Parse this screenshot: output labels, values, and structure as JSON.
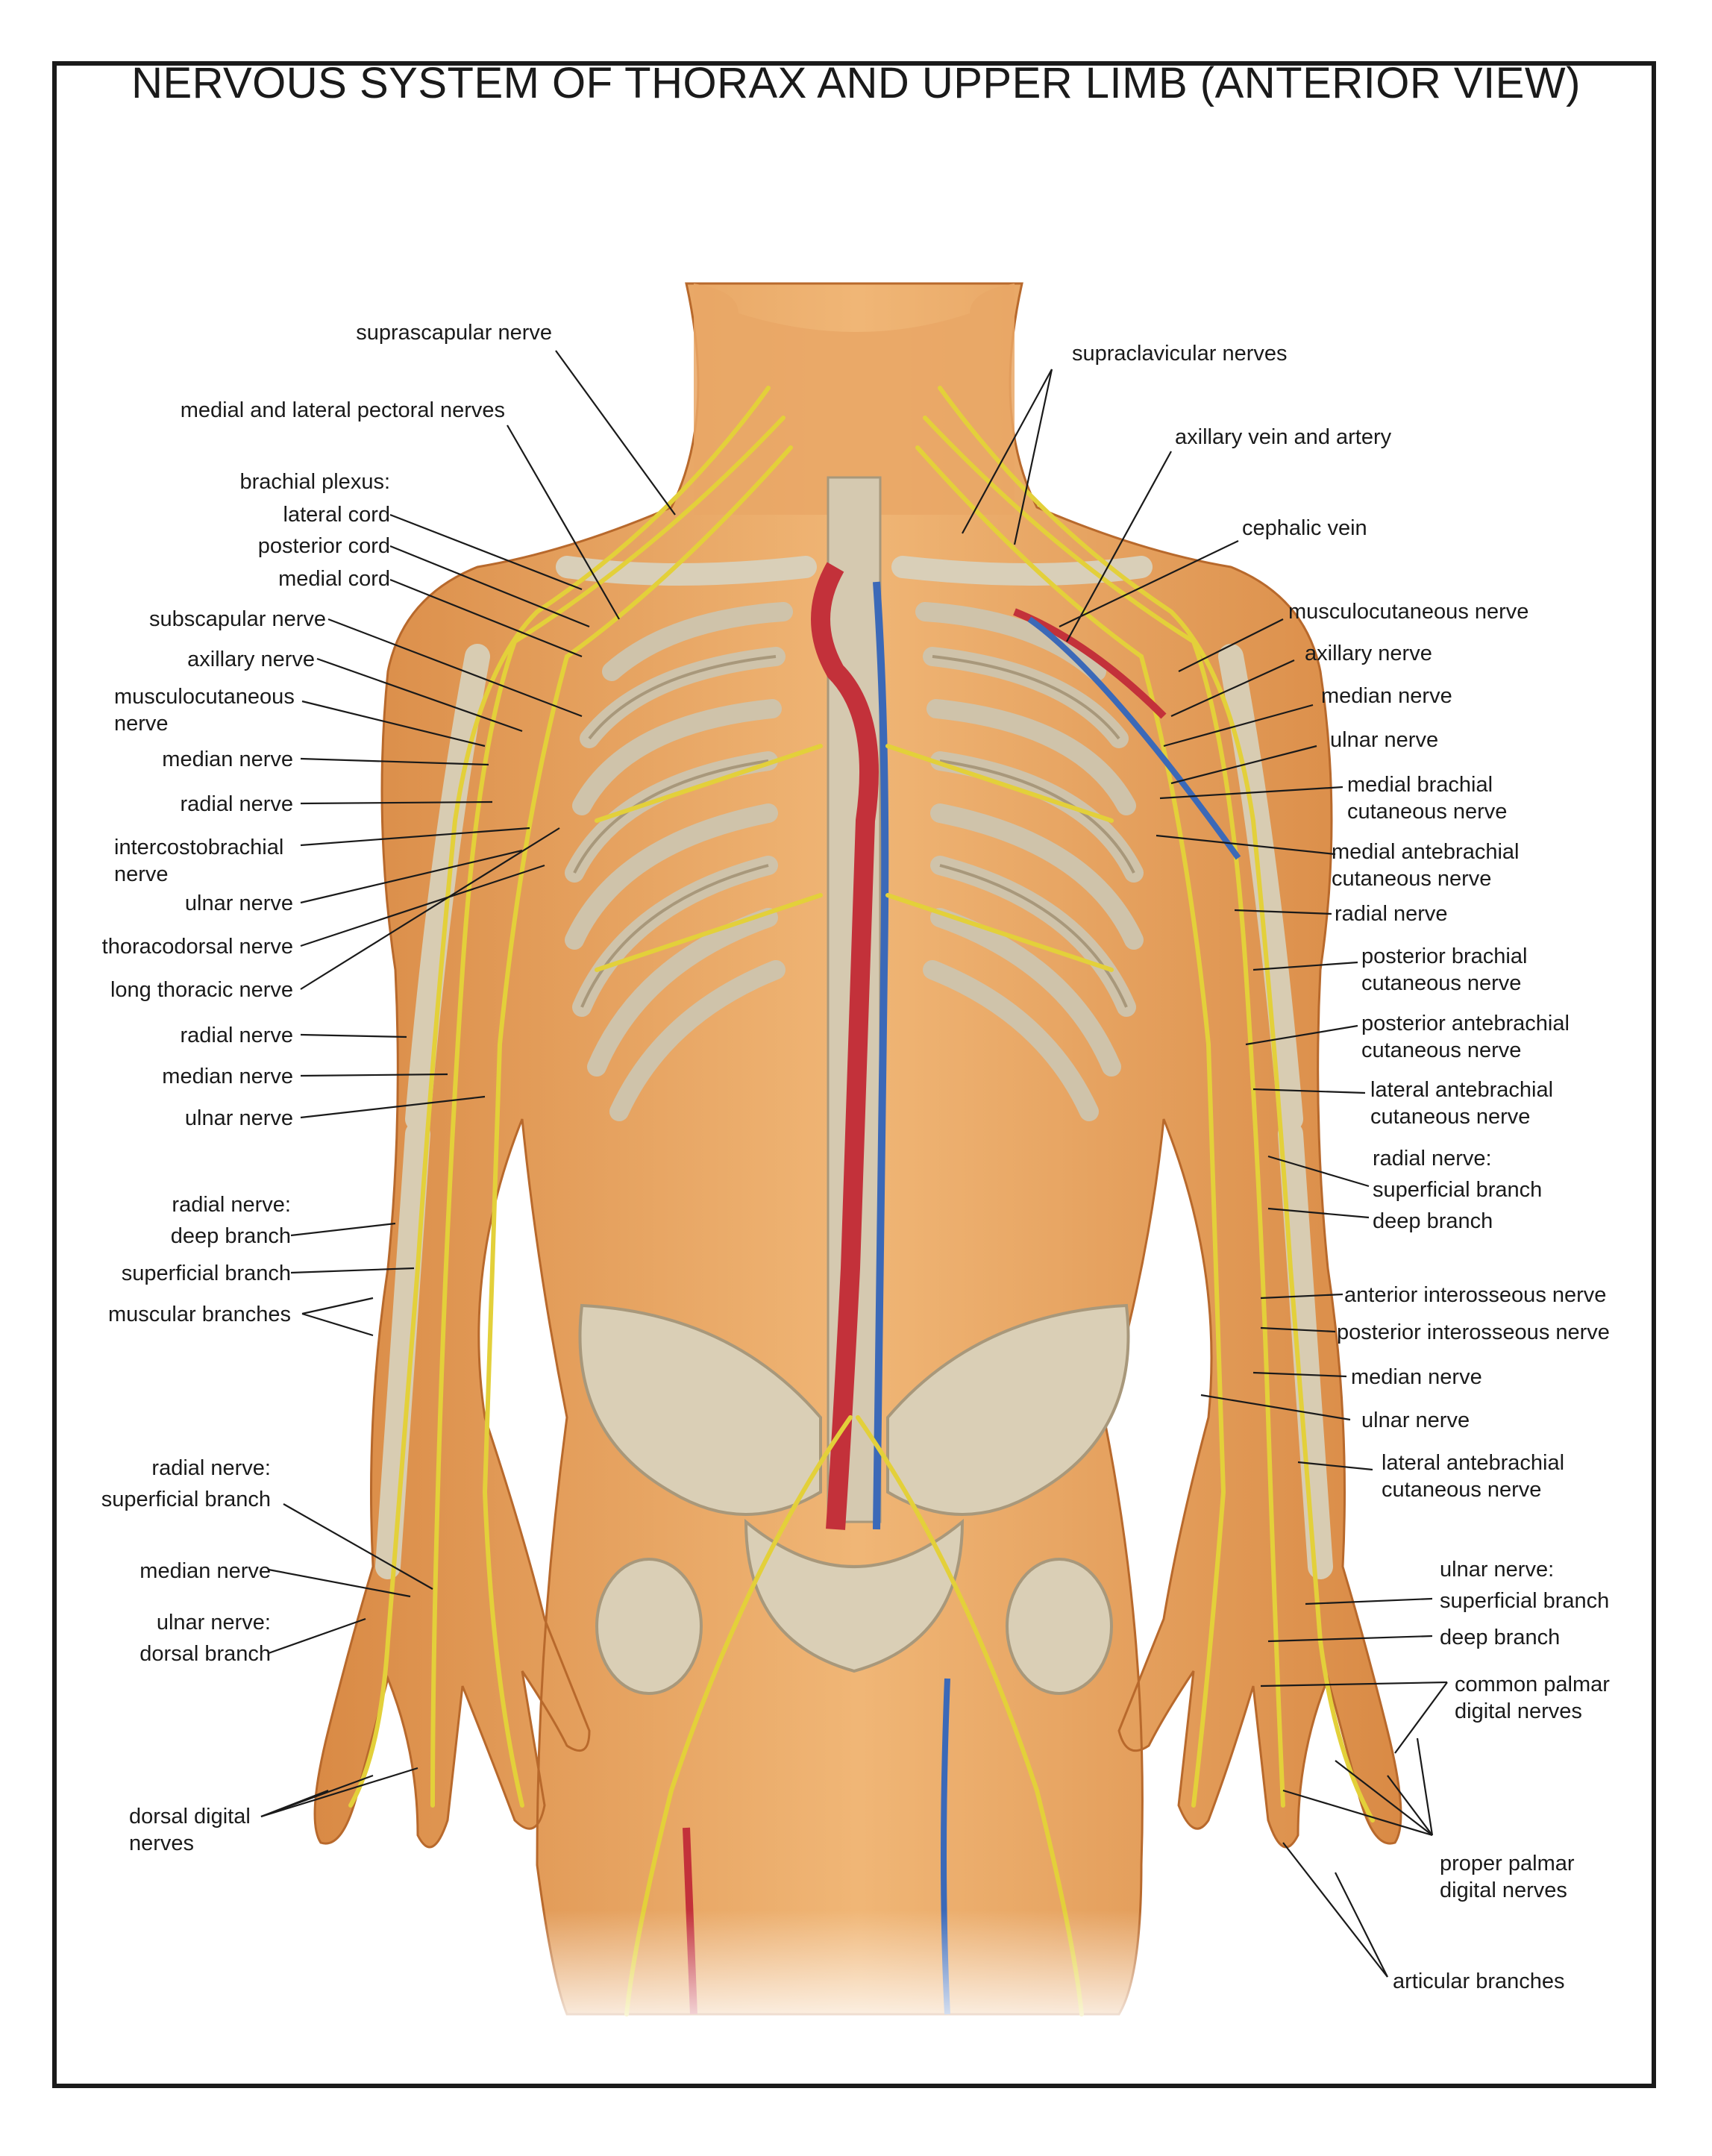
{
  "title": "NERVOUS SYSTEM OF THORAX AND UPPER LIMB (ANTERIOR VIEW)",
  "colors": {
    "skin": "#e8a862",
    "skin_shadow": "#c7793a",
    "bone": "#ddd3bf",
    "bone_dark": "#b5a68a",
    "nerve": "#e3d03a",
    "artery": "#c3313a",
    "vein": "#3b69b8",
    "text": "#1a1a1a",
    "frame": "#1a1a1a"
  },
  "labels": {
    "left": {
      "suprascapular": "suprascapular nerve",
      "pectoral": "medial and lateral pectoral nerves",
      "brachial_plexus": "brachial plexus:",
      "lateral_cord": "lateral cord",
      "posterior_cord": "posterior cord",
      "medial_cord": "medial cord",
      "subscapular": "subscapular nerve",
      "axillary": "axillary nerve",
      "musculocutaneous_1": "musculocutaneous",
      "musculocutaneous_2": "nerve",
      "median_1": "median nerve",
      "radial_1": "radial nerve",
      "intercostobrachial_1": "intercostobrachial",
      "intercostobrachial_2": "nerve",
      "ulnar_1": "ulnar nerve",
      "thoracodorsal": "thoracodorsal nerve",
      "long_thoracic": "long thoracic nerve",
      "radial_2": "radial nerve",
      "median_2": "median nerve",
      "ulnar_2": "ulnar nerve",
      "radial_nerve_colon": "radial nerve:",
      "deep_branch": "deep branch",
      "superficial_branch": "superficial branch",
      "muscular_branches": "muscular branches",
      "radial_nerve_colon_2": "radial nerve:",
      "superficial_branch_2": "superficial branch",
      "median_3": "median nerve",
      "ulnar_nerve_colon": "ulnar nerve:",
      "dorsal_branch": "dorsal branch",
      "dorsal_digital_1": "dorsal digital",
      "dorsal_digital_2": "nerves"
    },
    "right": {
      "supraclavicular": "supraclavicular nerves",
      "axillary_vein_artery": "axillary vein and artery",
      "cephalic_vein": "cephalic vein",
      "musculocutaneous": "musculocutaneous nerve",
      "axillary": "axillary nerve",
      "median": "median nerve",
      "ulnar": "ulnar nerve",
      "medial_brachial_1": "medial brachial",
      "medial_brachial_2": "cutaneous nerve",
      "medial_antebrachial_1": "medial antebrachial",
      "medial_antebrachial_2": "cutaneous nerve",
      "radial": "radial nerve",
      "posterior_brachial_1": "posterior brachial",
      "posterior_brachial_2": "cutaneous nerve",
      "posterior_antebrachial_1": "posterior antebrachial",
      "posterior_antebrachial_2": "cutaneous nerve",
      "lateral_antebrachial_1": "lateral antebrachial",
      "lateral_antebrachial_2": "cutaneous nerve",
      "radial_nerve_colon": "radial nerve:",
      "superficial_branch": "superficial branch",
      "deep_branch": "deep branch",
      "anterior_interosseous": "anterior interosseous nerve",
      "posterior_interosseous": "posterior interosseous nerve",
      "median_2": "median nerve",
      "ulnar_2": "ulnar nerve",
      "lateral_antebrachial_b1": "lateral antebrachial",
      "lateral_antebrachial_b2": "cutaneous nerve",
      "ulnar_nerve_colon": "ulnar nerve:",
      "superficial_branch_2": "superficial branch",
      "deep_branch_2": "deep branch",
      "common_palmar_1": "common palmar",
      "common_palmar_2": "digital nerves",
      "proper_palmar_1": "proper palmar",
      "proper_palmar_2": "digital nerves",
      "articular": "articular branches"
    }
  }
}
